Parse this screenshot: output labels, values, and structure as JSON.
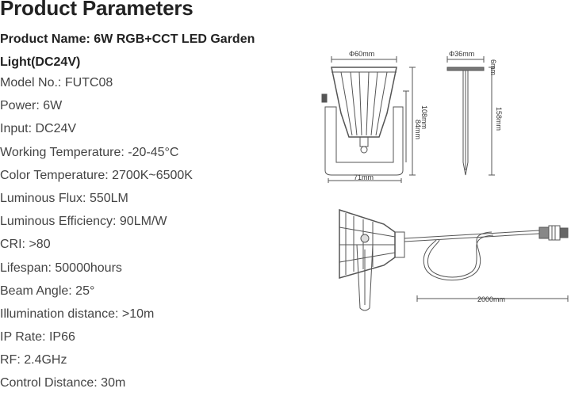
{
  "title": "Product Parameters",
  "product_name": "Product Name: 6W RGB+CCT LED Garden Light(DC24V)",
  "specs": [
    "Model No.: FUTC08",
    "Power: 6W",
    "Input: DC24V",
    "Working Temperature: -20-45°C",
    "Color Temperature: 2700K~6500K",
    "Luminous Flux: 550LM",
    "Luminous Efficiency: 90LM/W",
    "CRI: >80",
    "Lifespan: 50000hours",
    "Beam Angle: 25°",
    "Illumination distance: >10m",
    "IP Rate: IP66",
    "RF: 2.4GHz",
    "Control Distance: 30m"
  ],
  "diagram": {
    "dim_diameter": "Φ60mm",
    "dim_width": "71mm",
    "dim_height": "108mm",
    "dim_inner": "84mm",
    "dim_spike_diameter": "Φ36mm",
    "dim_spike_top": "6mm",
    "dim_spike_length": "158mm",
    "dim_cable": "2000mm"
  }
}
